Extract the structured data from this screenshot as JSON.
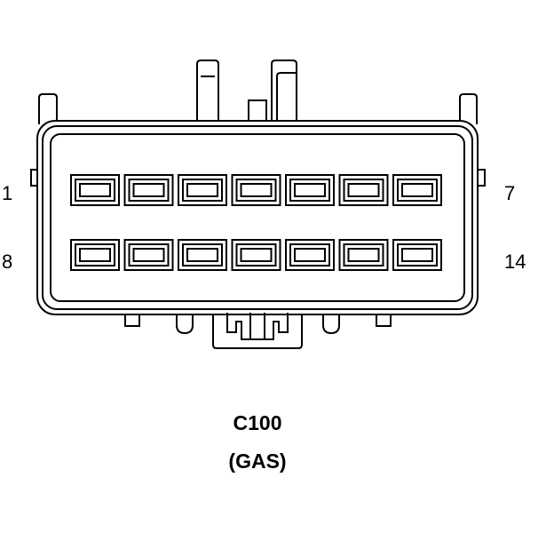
{
  "connector": {
    "name": "C100",
    "variant": "(GAS)"
  },
  "pin_labels": {
    "top_left": "1",
    "top_right": "7",
    "bottom_left": "8",
    "bottom_right": "14"
  },
  "cavities": {
    "rows": 2,
    "columns": 7
  },
  "colors": {
    "line": "#000000",
    "background": "#ffffff"
  }
}
